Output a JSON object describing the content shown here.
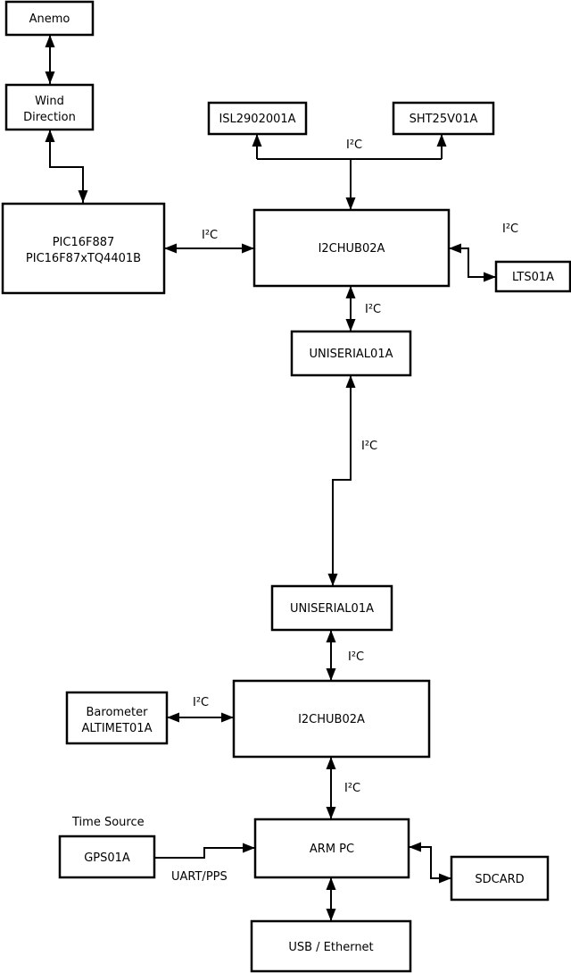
{
  "boxes": {
    "anemo": {
      "label": "Anemo"
    },
    "wind_direction": {
      "line1": "Wind",
      "line2": "Direction"
    },
    "pic": {
      "line1": "PIC16F887",
      "line2": "PIC16F87xTQ4401B"
    },
    "isl": {
      "label": "ISL2902001A"
    },
    "sht": {
      "label": "SHT25V01A"
    },
    "i2chub_top": {
      "label": "I2CHUB02A"
    },
    "lts": {
      "label": "LTS01A"
    },
    "uniserial_top": {
      "label": "UNISERIAL01A"
    },
    "uniserial_bottom": {
      "label": "UNISERIAL01A"
    },
    "barometer": {
      "line1": "Barometer",
      "line2": "ALTIMET01A"
    },
    "i2chub_bottom": {
      "label": "I2CHUB02A"
    },
    "gps": {
      "label": "GPS01A"
    },
    "arm_pc": {
      "label": "ARM PC"
    },
    "sdcard": {
      "label": "SDCARD"
    },
    "usb_ethernet": {
      "label": "USB / Ethernet"
    }
  },
  "labels": {
    "i2c_top_bus": "I²C",
    "i2c_pic_hub": "I²C",
    "i2c_hub_lts": "I²C",
    "i2c_hub_uniserial": "I²C",
    "i2c_long_link": "I²C",
    "i2c_uniserial_hub": "I²C",
    "i2c_barometer_hub": "I²C",
    "i2c_hub_armpc": "I²C",
    "time_source": "Time Source",
    "uart_pps": "UART/PPS"
  },
  "colors": {
    "background": "#ffffff",
    "box_fill": "#ffffff",
    "line": "#000000",
    "text": "#000000"
  }
}
